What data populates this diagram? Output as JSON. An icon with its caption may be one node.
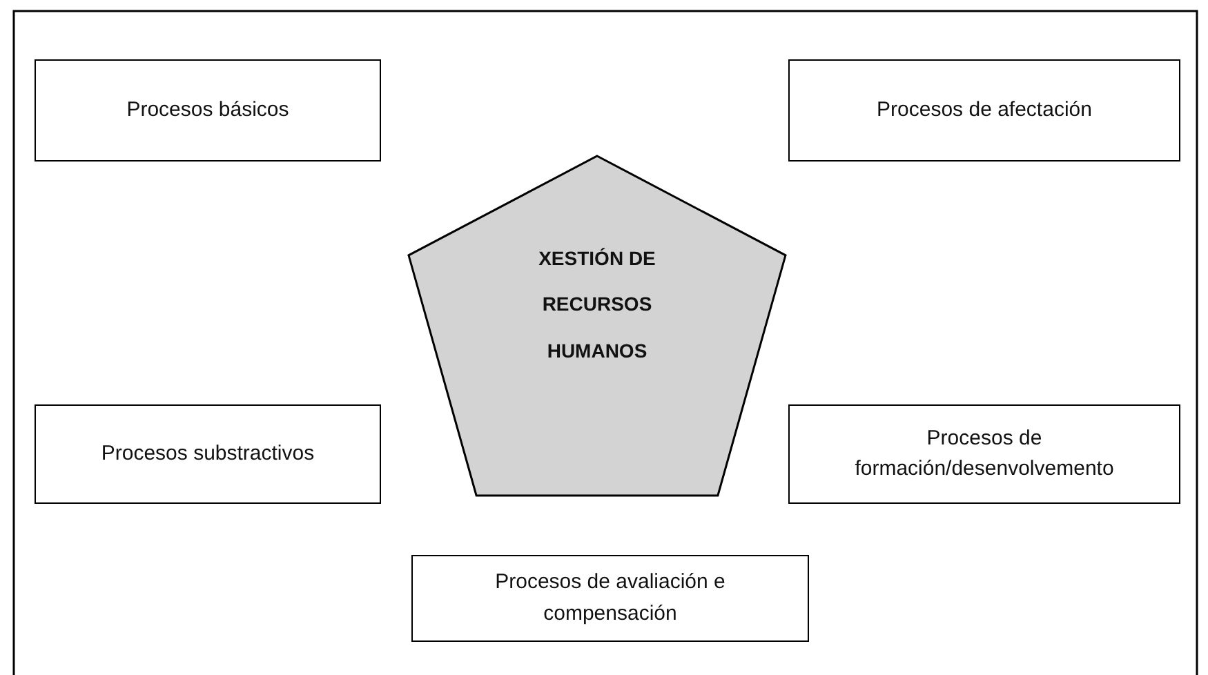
{
  "diagram": {
    "nodes": [
      {
        "text": [
          "Procesos básicos"
        ]
      },
      {
        "text": [
          "Procesos de afectación"
        ]
      },
      {
        "text": [
          "XESTIÓN DE RECURSOS HUMANOS"
        ]
      },
      {
        "text": [
          "Procesos substractivos"
        ]
      },
      {
        "text": [
          "Procesos de formación/desenvolvemento"
        ]
      },
      {
        "text": [
          "Procesos de avaliación e compensación"
        ]
      }
    ]
  }
}
